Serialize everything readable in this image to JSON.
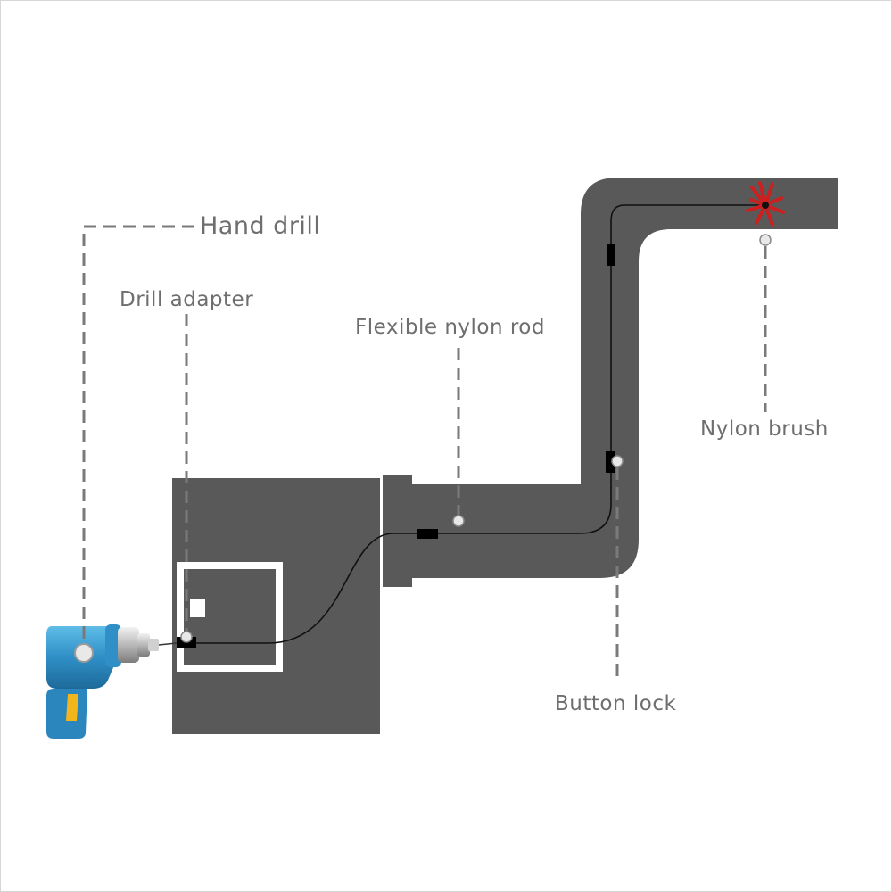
{
  "labels": {
    "hand_drill": "Hand drill",
    "drill_adapter": "Drill adapter",
    "flexible_nylon_rod": "Flexible nylon rod",
    "nylon_brush": "Nylon brush",
    "button_lock": "Button lock"
  },
  "colors": {
    "duct": "#595959",
    "leader_line": "#7a7a7a",
    "label_text": "#6e6e6e",
    "drill_body": "#2f8fc6",
    "drill_handle_accent": "#f2b51c",
    "brush": "#cc2020",
    "rod": "#111111"
  },
  "icons": [
    "hand-drill-icon",
    "nylon-brush-icon"
  ]
}
